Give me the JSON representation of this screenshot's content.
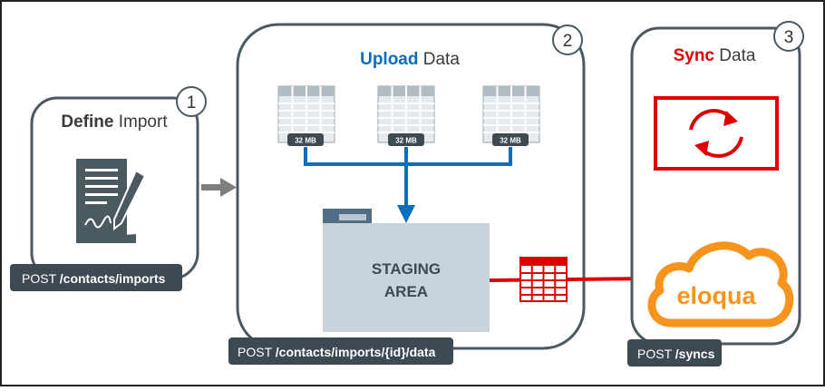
{
  "steps": [
    {
      "number": "1",
      "title_strong": "Define",
      "title_rest": " Import",
      "endpoint_prefix": "POST ",
      "endpoint_path": "/contacts/imports",
      "icon": "document-signing-icon"
    },
    {
      "number": "2",
      "title_strong": "Upload",
      "title_rest": " Data",
      "endpoint_prefix": "POST ",
      "endpoint_path": "/contacts/imports/{id}/data",
      "file_sizes": [
        "32 MB",
        "32 MB",
        "32 MB"
      ],
      "staging_line1": "STAGING",
      "staging_line2": "AREA",
      "icon": "folder-icon"
    },
    {
      "number": "3",
      "title_strong": "Sync",
      "title_rest": " Data",
      "endpoint_prefix": "POST ",
      "endpoint_path": "/syncs",
      "brand": "eloqua",
      "icon": "sync-icon"
    }
  ],
  "colors": {
    "step_border": "#4b5961",
    "endpoint_bg": "#3d4a52",
    "upload_blue": "#0a6ebd",
    "sync_red": "#e00000",
    "eloqua_orange": "#f7941d",
    "arrow_gray": "#7f7f7f",
    "staging_folder": "#c9d3db",
    "folder_tab": "#4f6d85"
  }
}
